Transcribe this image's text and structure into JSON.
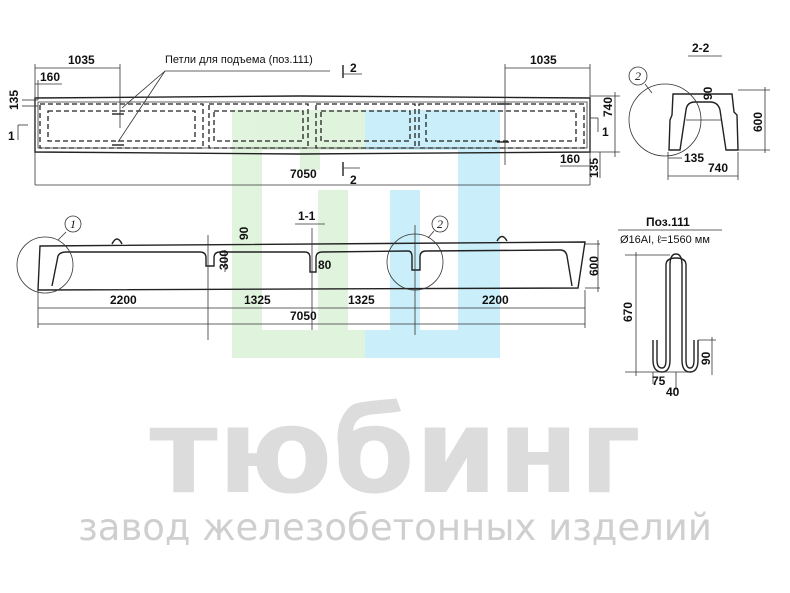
{
  "plan_view": {
    "dim_left_1035": "1035",
    "dim_left_160": "160",
    "dim_left_135": "135",
    "callout": "Петли для подъема (поз.111)",
    "section_mark_top": "2",
    "dim_right_1035": "1035",
    "dim_right_740": "740",
    "section_mark_left": "1",
    "section_mark_right": "1",
    "dim_total": "7050",
    "section_mark_bottom": "2",
    "dim_right_160": "160",
    "dim_right_135": "135"
  },
  "section_1_1": {
    "title": "1-1",
    "detail_1": "1",
    "detail_2": "2",
    "dim_90": "90",
    "dim_300": "300",
    "dim_80": "80",
    "dim_600": "600",
    "dims": [
      "2200",
      "1325",
      "1325",
      "2200"
    ],
    "dim_total": "7050"
  },
  "section_2_2": {
    "title": "2-2",
    "detail": "2",
    "dim_90": "90",
    "dim_600": "600",
    "dim_135": "135",
    "dim_740": "740"
  },
  "pos_111": {
    "title": "Поз.111",
    "spec": "Ø16AI, ℓ=1560 мм",
    "dim_670": "670",
    "dim_90": "90",
    "dim_75": "75",
    "dim_40": "40"
  },
  "watermark": {
    "brand": "тюбинг",
    "tagline": "завод железобетонных изделий",
    "logo_colors": [
      "#dff3dc",
      "#c8eefa"
    ]
  }
}
